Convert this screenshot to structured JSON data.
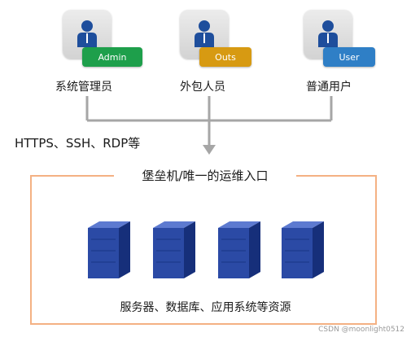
{
  "users": [
    {
      "name": "系统管理员",
      "role": "Admin",
      "role_color": "#1e9f4b",
      "icon": "person-icon"
    },
    {
      "name": "外包人员",
      "role": "Outs",
      "role_color": "#d79a12",
      "icon": "person-icon"
    },
    {
      "name": "普通用户",
      "role": "User",
      "role_color": "#2f7fc6",
      "icon": "person-icon"
    }
  ],
  "protocols": "HTTPS、SSH、RDP等",
  "bastion": {
    "title": "堡垒机/唯一的运维入口",
    "border_color": "#f4b183"
  },
  "resources": {
    "caption": "服务器、数据库、应用系统等资源",
    "server_icon": "server-icon",
    "count": 4,
    "color": "#2b4aa5"
  },
  "watermark": "CSDN @moonlight0512",
  "colors": {
    "person": "#1e4e9c",
    "connector": "#a6a6a6"
  }
}
